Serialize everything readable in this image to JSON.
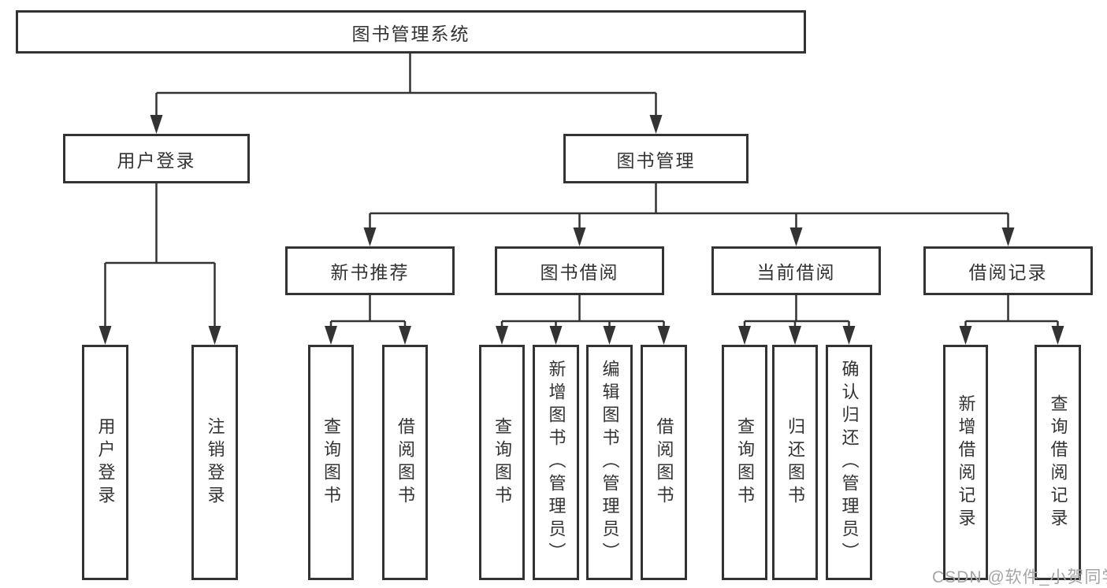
{
  "diagram": {
    "tree": {
      "root": {
        "label": "图书管理系统"
      },
      "branches": [
        {
          "label": "用户登录",
          "children": [
            {
              "label": "用户登录"
            },
            {
              "label": "注销登录"
            }
          ]
        },
        {
          "label": "图书管理",
          "children": [
            {
              "label": "新书推荐",
              "children": [
                {
                  "label": "查询图书"
                },
                {
                  "label": "借阅图书"
                }
              ]
            },
            {
              "label": "图书借阅",
              "children": [
                {
                  "label": "查询图书"
                },
                {
                  "label": "新增图书（管理员）"
                },
                {
                  "label": "编辑图书（管理员）"
                },
                {
                  "label": "借阅图书"
                }
              ]
            },
            {
              "label": "当前借阅",
              "children": [
                {
                  "label": "查询图书"
                },
                {
                  "label": "归还图书"
                },
                {
                  "label": "确认归还（管理员）"
                }
              ]
            },
            {
              "label": "借阅记录",
              "children": [
                {
                  "label": "新增借阅记录"
                },
                {
                  "label": "查询借阅记录"
                }
              ]
            }
          ]
        }
      ]
    },
    "colors": {
      "line": "#333333",
      "box_border": "#333333",
      "text": "#333333",
      "background": "#ffffff",
      "watermark": "#a5a5a5"
    },
    "watermark": {
      "text": "CSDN @软件_小贺同学"
    }
  }
}
